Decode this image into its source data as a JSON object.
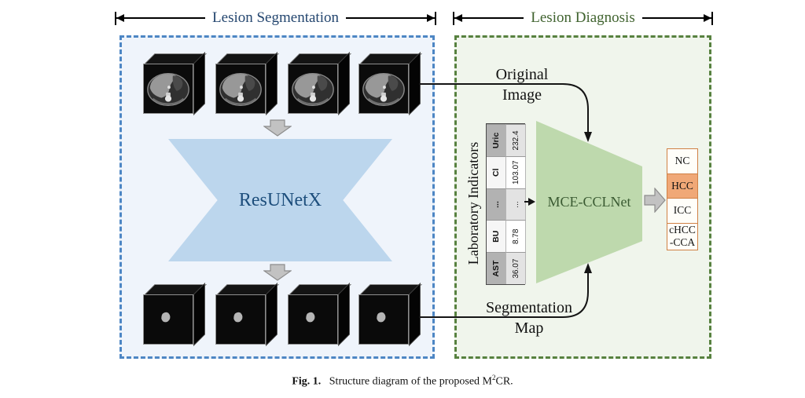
{
  "header": {
    "left_section": "Lesion Segmentation",
    "right_section": "Lesion Diagnosis"
  },
  "segmentation": {
    "model": "ResUNetX",
    "input_count": 4,
    "output_count": 4
  },
  "diagnosis": {
    "table_title": "Laboratory Indicators",
    "indicators": [
      {
        "name": "AST",
        "value": "36.07"
      },
      {
        "name": "BU",
        "value": "8.78"
      },
      {
        "name": "...",
        "value": "..."
      },
      {
        "name": "Cl",
        "value": "103.07"
      },
      {
        "name": "Uric",
        "value": "232.4"
      }
    ],
    "model": "MCE-CCLNet",
    "classes": [
      {
        "label": "NC",
        "highlighted": false
      },
      {
        "label": "HCC",
        "highlighted": true
      },
      {
        "label": "ICC",
        "highlighted": false
      },
      {
        "label": "cHCC\n-CCA",
        "highlighted": false
      }
    ]
  },
  "connectors": {
    "original_image": {
      "line1": "Original",
      "line2": "Image"
    },
    "segmentation_map": {
      "line1": "Segmentation",
      "line2": "Map"
    }
  },
  "caption": {
    "label": "Fig. 1.",
    "text_pre": "Structure diagram of the proposed M",
    "sup": "2",
    "text_post": "CR."
  },
  "colors": {
    "seg_label": "#24466f",
    "diag_label": "#40632f",
    "seg_border": "#4d86c4",
    "seg_bg": "#eff4fb",
    "diag_border": "#57813f",
    "diag_bg": "#f0f5ec",
    "resunet_fill": "#bcd6ed",
    "resunet_text": "#1d4e7c",
    "mce_fill": "#bed9ad",
    "mce_text": "#3a5a32",
    "class_border": "#d08044",
    "class_hl": "#f0a877"
  }
}
